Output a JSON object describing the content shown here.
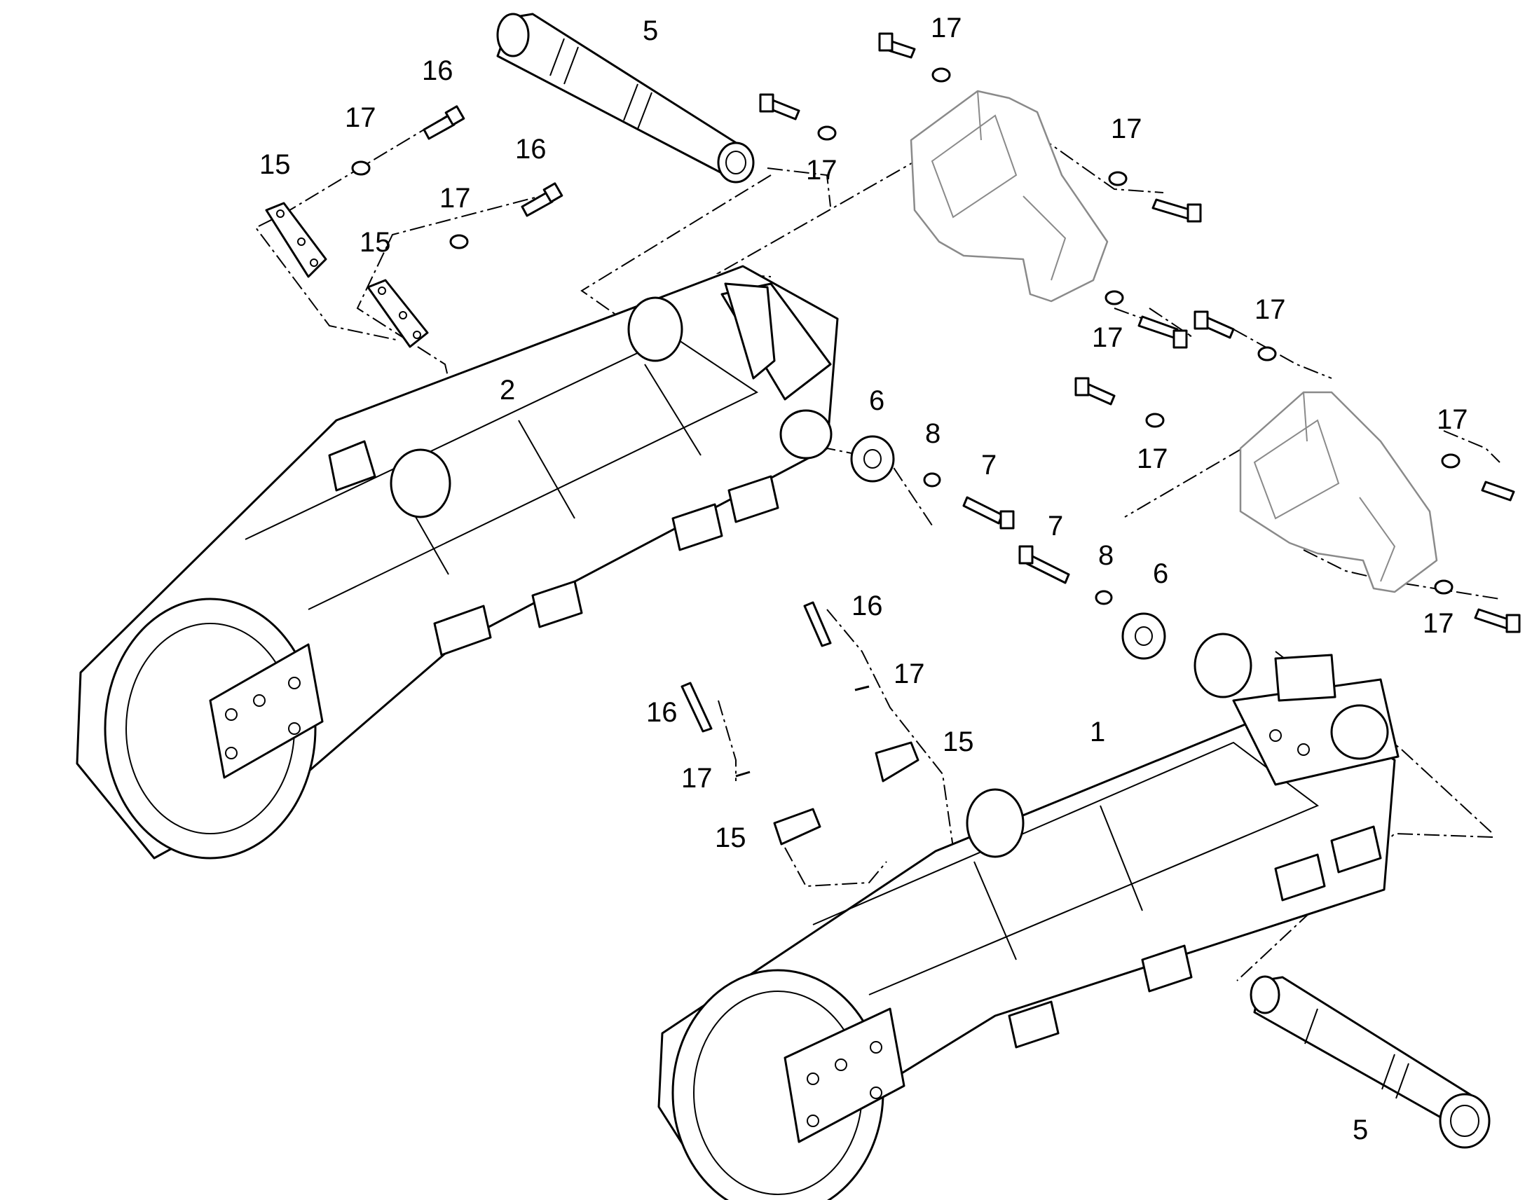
{
  "diagram": {
    "callouts": [
      {
        "id": "c-5a",
        "text": "5"
      },
      {
        "id": "c-16a",
        "text": "16"
      },
      {
        "id": "c-17a",
        "text": "17"
      },
      {
        "id": "c-15a",
        "text": "15"
      },
      {
        "id": "c-16b",
        "text": "16"
      },
      {
        "id": "c-17b",
        "text": "17"
      },
      {
        "id": "c-15b",
        "text": "15"
      },
      {
        "id": "c-2",
        "text": "2"
      },
      {
        "id": "c-17c",
        "text": "17"
      },
      {
        "id": "c-17d",
        "text": "17"
      },
      {
        "id": "c-17e",
        "text": "17"
      },
      {
        "id": "c-17f",
        "text": "17"
      },
      {
        "id": "c-17g",
        "text": "17"
      },
      {
        "id": "c-17h",
        "text": "17"
      },
      {
        "id": "c-17i",
        "text": "17"
      },
      {
        "id": "c-17j",
        "text": "17"
      },
      {
        "id": "c-6a",
        "text": "6"
      },
      {
        "id": "c-8a",
        "text": "8"
      },
      {
        "id": "c-7a",
        "text": "7"
      },
      {
        "id": "c-7b",
        "text": "7"
      },
      {
        "id": "c-8b",
        "text": "8"
      },
      {
        "id": "c-6b",
        "text": "6"
      },
      {
        "id": "c-16c",
        "text": "16"
      },
      {
        "id": "c-17k",
        "text": "17"
      },
      {
        "id": "c-16d",
        "text": "16"
      },
      {
        "id": "c-15c",
        "text": "15"
      },
      {
        "id": "c-17l",
        "text": "17"
      },
      {
        "id": "c-15d",
        "text": "15"
      },
      {
        "id": "c-1",
        "text": "1"
      },
      {
        "id": "c-5b",
        "text": "5"
      }
    ]
  }
}
